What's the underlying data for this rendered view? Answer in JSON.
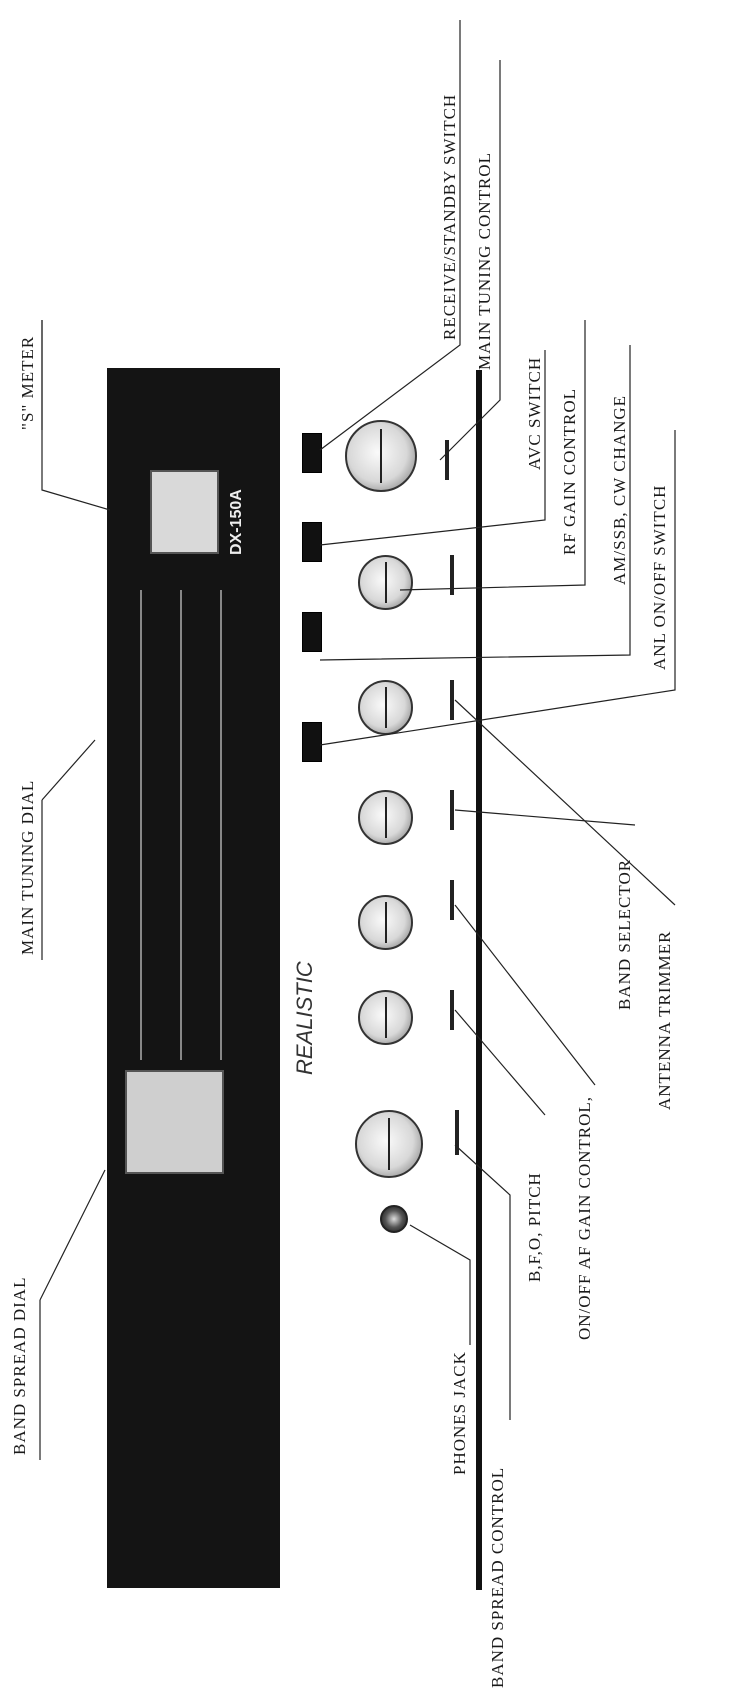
{
  "diagram": {
    "model": "DX-150A",
    "brand": "REALISTIC",
    "callouts": {
      "s_meter": "\"S\" METER",
      "main_tuning_dial": "MAIN TUNING DIAL",
      "band_spread_dial": "BAND SPREAD DIAL",
      "receive_standby": "RECEIVE/STANDBY SWITCH",
      "main_tuning_control": "MAIN TUNING CONTROL",
      "avc_switch": "AVC SWITCH",
      "rf_gain": "RF GAIN CONTROL",
      "am_ssb_cw": "AM/SSB, CW CHANGE",
      "anl_switch": "ANL ON/OFF SWITCH",
      "antenna_trimmer": "ANTENNA TRIMMER",
      "band_selector": "BAND SELECTOR",
      "af_gain": "ON/OFF AF GAIN CONTROL,",
      "bfo_pitch": "B,F,O, PITCH",
      "band_spread_control": "BAND SPREAD CONTROL",
      "phones_jack": "PHONES JACK"
    }
  }
}
